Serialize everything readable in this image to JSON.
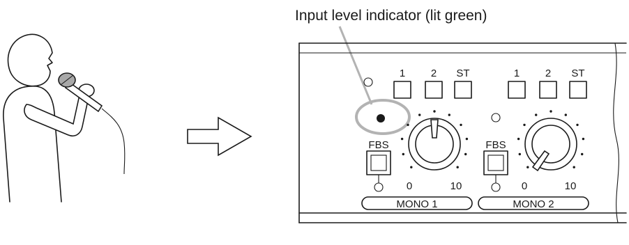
{
  "callout": {
    "text": "Input level indicator (lit green)",
    "indicator_color": "#b3b3b3"
  },
  "panel": {
    "group1": {
      "buttons": [
        "1",
        "2",
        "ST"
      ],
      "fbs_label": "FBS",
      "scale_min": "0",
      "scale_max": "10",
      "channel_label": "MONO 1"
    },
    "group2": {
      "buttons": [
        "1",
        "2",
        "ST"
      ],
      "fbs_label": "FBS",
      "scale_min": "0",
      "scale_max": "10",
      "channel_label": "MONO 2"
    }
  }
}
